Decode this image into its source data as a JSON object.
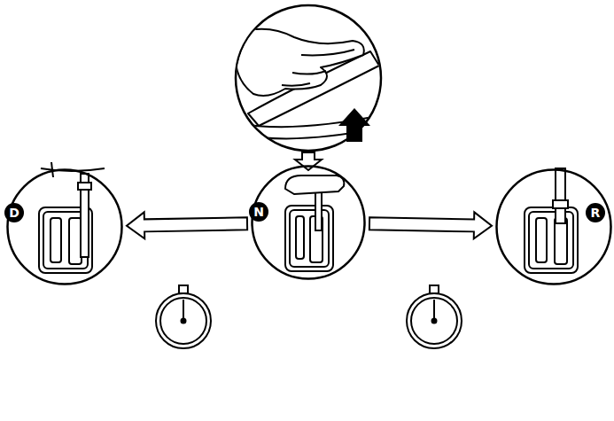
{
  "diagram": {
    "nodes": [
      {
        "text": [
          "D"
        ]
      },
      {
        "text": [
          "N"
        ]
      },
      {
        "text": [
          "R"
        ]
      }
    ],
    "edges": [
      {
        "from": 1,
        "to": 0,
        "arrow": "to"
      },
      {
        "from": 1,
        "to": 2,
        "arrow": "to"
      }
    ]
  }
}
